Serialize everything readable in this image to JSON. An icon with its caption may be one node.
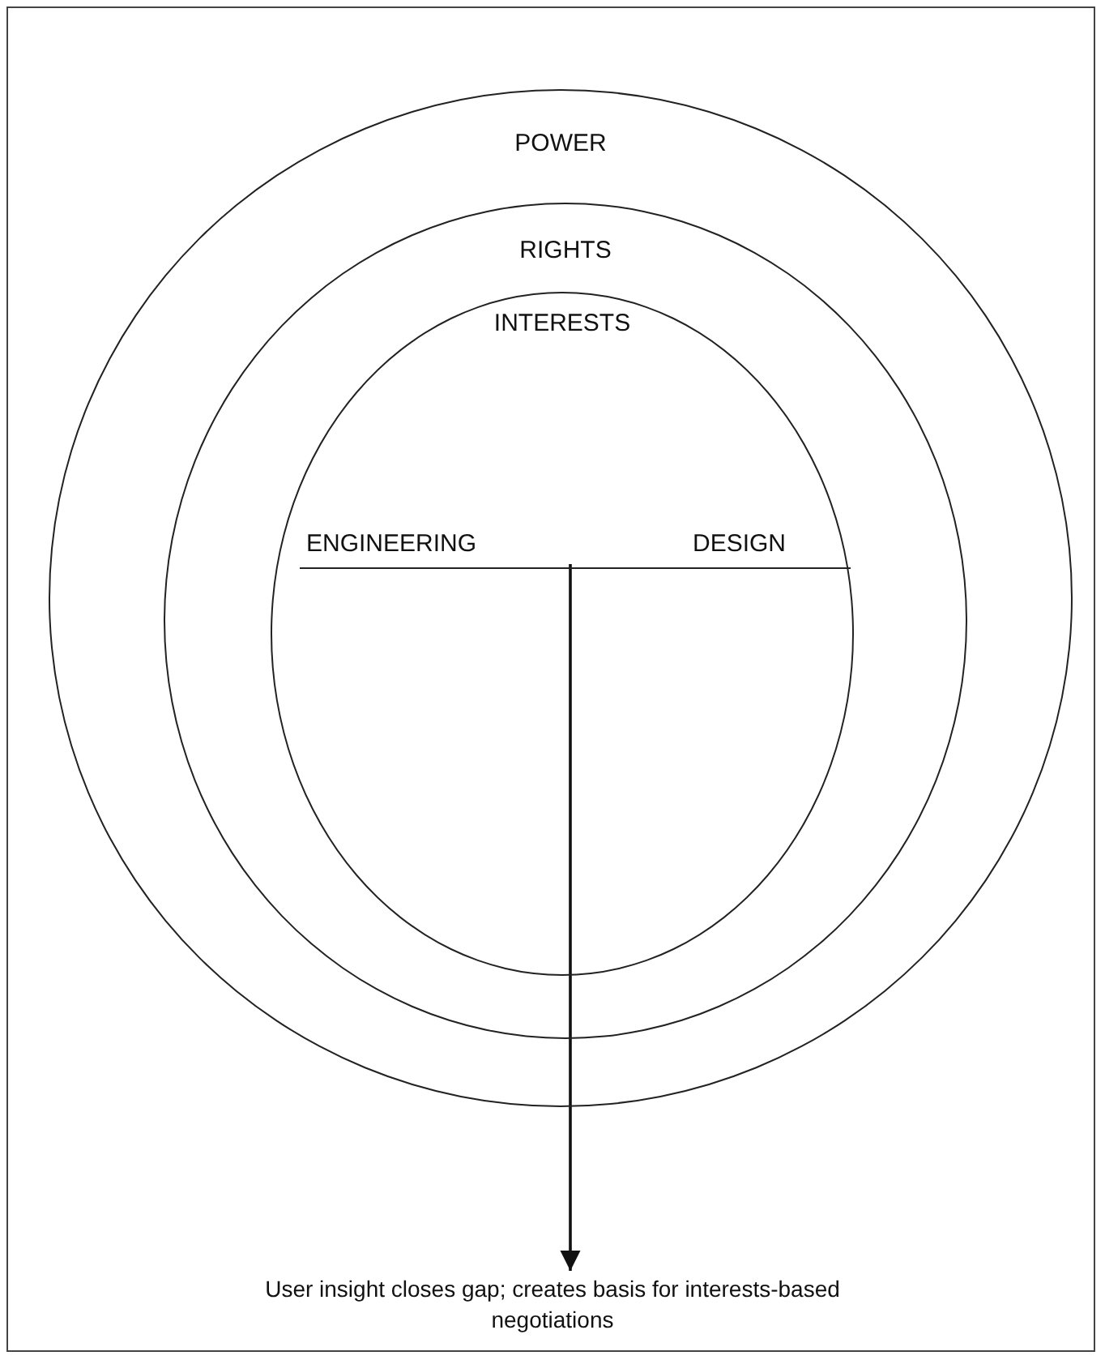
{
  "diagram": {
    "nodes": [
      {
        "text": [
          "POWER"
        ]
      },
      {
        "text": [
          "RIGHTS"
        ],
        "in": 0
      },
      {
        "text": [
          "INTERESTS"
        ],
        "in": 1
      },
      {
        "text": [
          "ENGINEERING",
          "DESIGN"
        ],
        "in": 2
      },
      {
        "text": [
          "User insight closes gap; creates basis for interests-based negotiations"
        ]
      }
    ],
    "edges": [
      {
        "from": 3,
        "to": 4,
        "arrow": "to"
      }
    ]
  }
}
